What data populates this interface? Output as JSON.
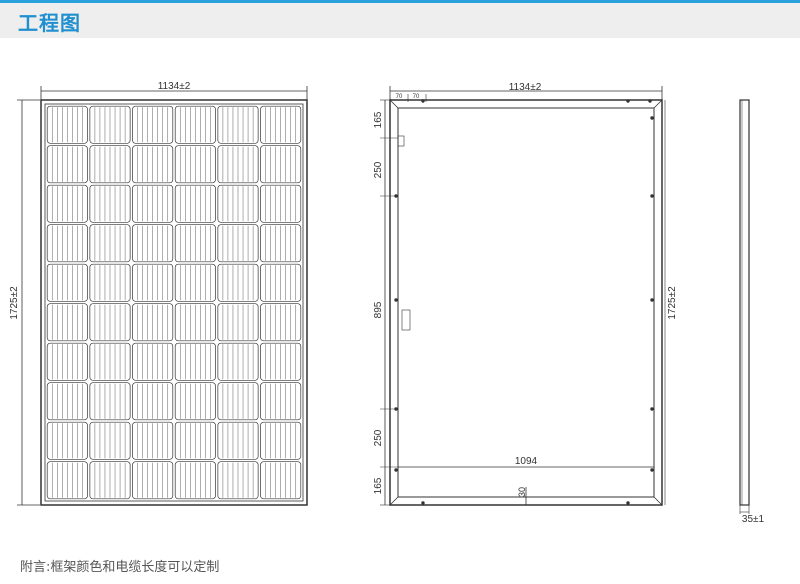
{
  "header": {
    "title": "工程图"
  },
  "front_view": {
    "width_label": "1134±2",
    "height_label": "1725±2",
    "cell_cols": 6,
    "cell_rows": 10
  },
  "back_view": {
    "width_label": "1134±2",
    "height_label": "1725±2",
    "inner_width_label": "1094",
    "top_small_1": "70",
    "top_small_2": "70",
    "left_dims": [
      "165",
      "250",
      "895",
      "250",
      "165"
    ],
    "bottom_small": "30"
  },
  "side_view": {
    "thickness_label": "35±1"
  },
  "footnote": "附言:框架颜色和电缆长度可以定制",
  "colors": {
    "accent": "#1f8fd0",
    "stroke": "#333333"
  }
}
